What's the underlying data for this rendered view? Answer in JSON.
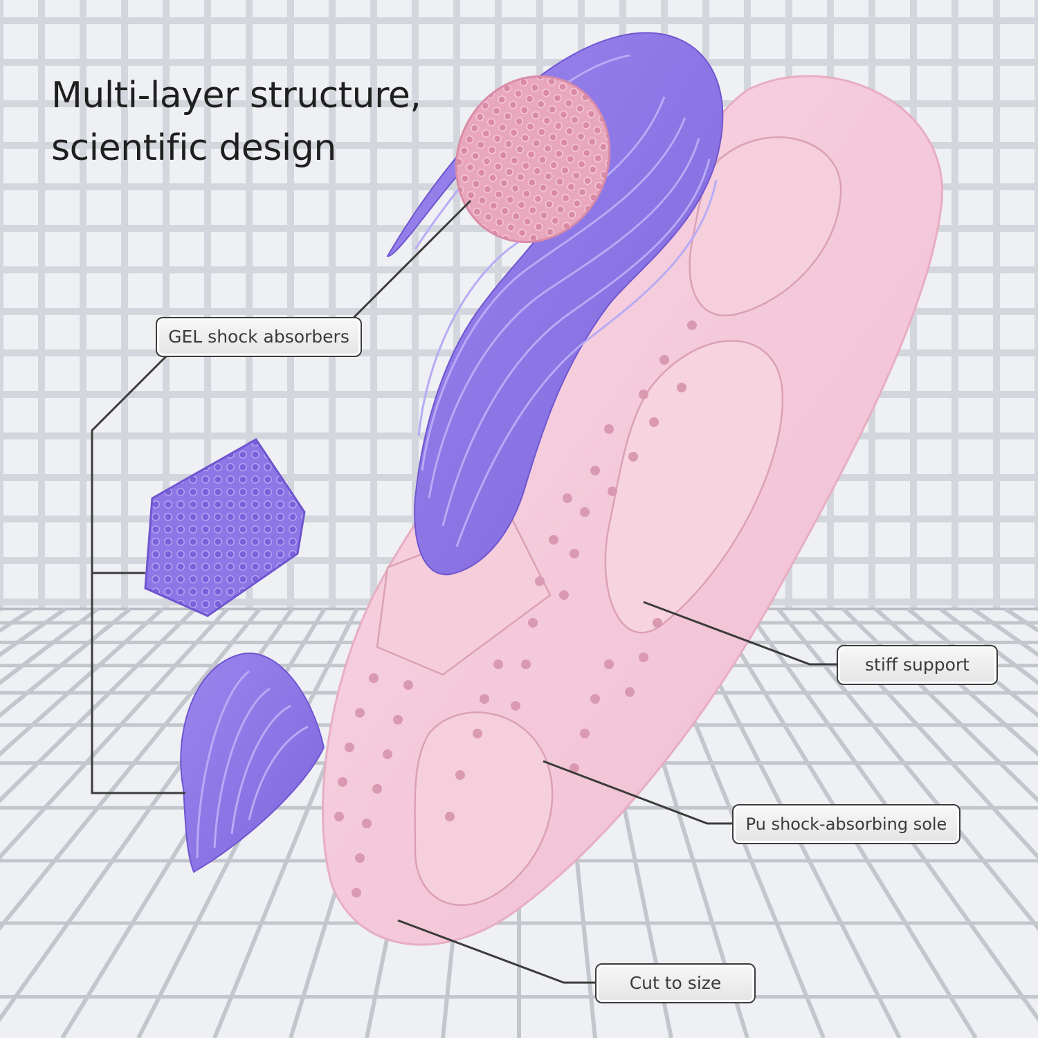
{
  "title": {
    "line1": "Multi-layer structure,",
    "line2": "scientific design"
  },
  "callouts": {
    "gel": "GEL shock absorbers",
    "stiff": "stiff support",
    "pu": "Pu shock-absorbing sole",
    "cut": "Cut to size"
  },
  "colors": {
    "background": "#eef0f3",
    "grid_lines": "#c3c6cd",
    "insole_pink": "#f3c6d8",
    "gel_purple": "#8a72e4",
    "gel_purple_light": "#a999f0",
    "forefoot_pad_pink": "#e8a6bb",
    "text": "#1f1f1f",
    "leader_lines": "#3c3c3c"
  },
  "icons": {
    "insole": "insole-illustration",
    "heel_cup": "heel-cup-gel",
    "forefoot_pad": "forefoot-gel-pad",
    "arch_pad": "arch-gel-pad",
    "heel_pad": "heel-gel-pad"
  }
}
